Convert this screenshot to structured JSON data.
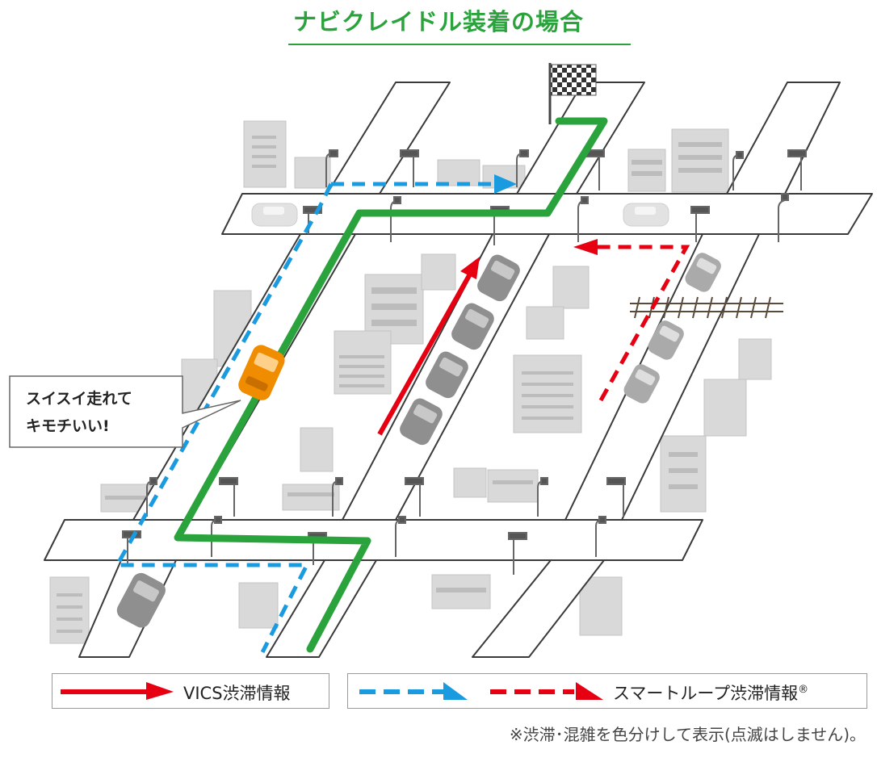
{
  "title": "ナビクレイドル装着の場合",
  "callout": {
    "line1": "スイスイ走れて",
    "line2": "キモチいい!"
  },
  "legend": {
    "vics_label": "VICS渋滞情報",
    "smart_label": "スマートループ渋滞情報",
    "smart_mark": "®"
  },
  "note": "※渋滞･混雑を色分けして表示(点滅はしません)。",
  "colors": {
    "route_green": "#2aa33c",
    "vics_red": "#e60012",
    "congestion_blue": "#1a9be0",
    "car_orange": "#f08c00",
    "building_gray": "#d6d6d6",
    "car_gray": "#8f8f8f"
  }
}
